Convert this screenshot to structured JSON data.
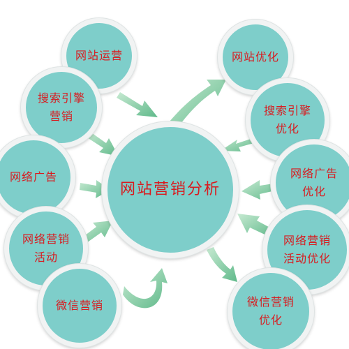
{
  "diagram": {
    "center": {
      "label": "网站营销分析"
    },
    "left_nodes": [
      {
        "id": "website-operation",
        "label": "网站运营"
      },
      {
        "id": "search-engine-marketing",
        "label": "搜索引擎\n营销"
      },
      {
        "id": "network-ads",
        "label": "网络广告"
      },
      {
        "id": "network-marketing-events",
        "label": "网络营销\n活动"
      },
      {
        "id": "wechat-marketing",
        "label": "微信营销"
      }
    ],
    "right_nodes": [
      {
        "id": "website-optimization",
        "label": "网站优化"
      },
      {
        "id": "search-engine-optimization",
        "label": "搜索引擎\n优化"
      },
      {
        "id": "network-ads-optimization",
        "label": "网络广告\n优化"
      },
      {
        "id": "network-marketing-events-optimization",
        "label": "网络营销\n活动优化"
      },
      {
        "id": "wechat-marketing-optimization",
        "label": "微信营销\n优化"
      }
    ],
    "colors": {
      "node_fill": "#7ececa",
      "node_ring": "#f1f3f3",
      "label_text": "#d81c20",
      "arrow_green": "#74c69a"
    }
  }
}
